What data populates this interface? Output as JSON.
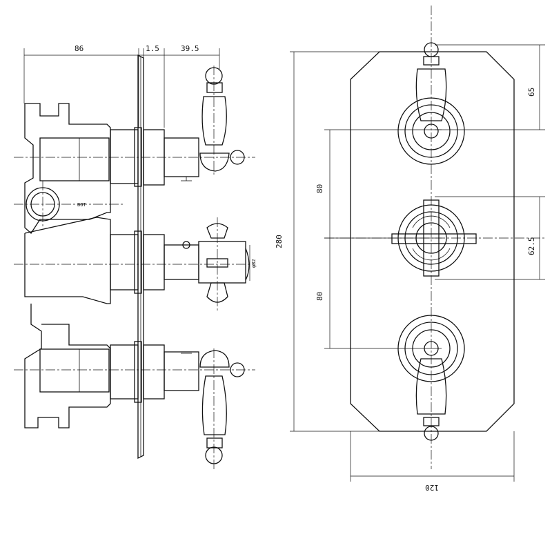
{
  "side_view": {
    "dim_body_depth": "86",
    "dim_plate": "1.5",
    "dim_projection": "39.5",
    "label_outlet": "BOT",
    "label_size": "φ32"
  },
  "front_view": {
    "dim_height": "280",
    "dim_top": "65",
    "dim_spacing_upper": "80",
    "dim_spacing_lower": "80",
    "dim_handle": "62.5",
    "dim_width": "120"
  }
}
